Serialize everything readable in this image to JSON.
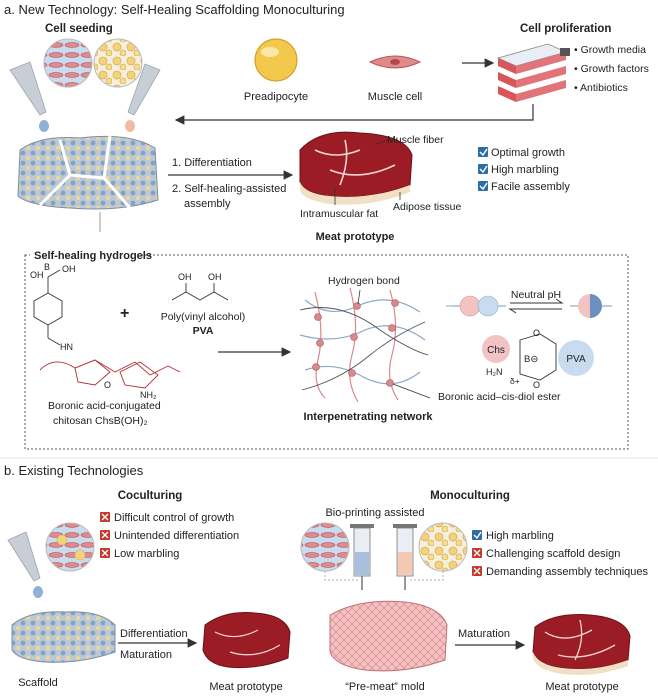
{
  "section_a": {
    "title": "a. New Technology: Self-Healing Scaffolding Monoculturing",
    "cell_seeding": "Cell seeding",
    "preadipocyte": "Preadipocyte",
    "muscle_cell": "Muscle cell",
    "cell_proliferation": "Cell proliferation",
    "proliferation_items": [
      "• Growth media",
      "• Growth factors",
      "• Antibiotics"
    ],
    "step_1": "1. Differentiation",
    "step_2_line1": "2. Self-healing-assisted",
    "step_2_line2": "assembly",
    "muscle_fiber": "Muscle fiber",
    "intramuscular_fat": "Intramuscular fat",
    "adipose_tissue": "Adipose tissue",
    "meat_prototype": "Meat prototype",
    "benefits": [
      "Optimal growth",
      "High marbling",
      "Facile assembly"
    ],
    "hydrogels_title": "Self-healing hydrogels",
    "plus": "+",
    "pva_line1": "Poly(vinyl alcohol)",
    "pva_line2": "PVA",
    "chitosan_line1": "Boronic acid-conjugated",
    "chitosan_line2": "chitosan ChsB(OH)₂",
    "hydrogen_bond": "Hydrogen bond",
    "interpenetrating_network": "Interpenetrating network",
    "neutral_ph": "Neutral pH",
    "boronic_ester": "Boronic acid–cis-diol ester",
    "chs": "Chs",
    "pva_ball": "PVA",
    "chem": {
      "B": "B",
      "OH": "OH",
      "O": "O",
      "HN": "HN",
      "NH2": "NH₂",
      "H2N": "H₂N",
      "Bminus": "B⊖",
      "deltaPlus": "δ+"
    }
  },
  "section_b": {
    "title": "b. Existing Technologies",
    "coculturing": "Coculturing",
    "coculturing_items": [
      "Difficult control of growth",
      "Unintended differentiation",
      "Low marbling"
    ],
    "scaffold": "Scaffold",
    "differentiation": "Differentiation",
    "maturation": "Maturation",
    "meat_prototype_left": "Meat prototype",
    "monoculturing": "Monoculturing",
    "bio_printing": "Bio-printing assisted",
    "mono_items": [
      "High marbling",
      "Challenging scaffold design",
      "Demanding assembly techniques"
    ],
    "pre_meat_mold": "“Pre-meat” mold",
    "maturation_right": "Maturation",
    "meat_prototype_right": "Meat prototype"
  },
  "colors": {
    "check": "#2e6da4",
    "cross": "#c0392b",
    "meat": "#9b1c24",
    "fat": "#f2e0c6",
    "muscle": "#d9676a",
    "gel_blue": "#8fa8c8"
  }
}
